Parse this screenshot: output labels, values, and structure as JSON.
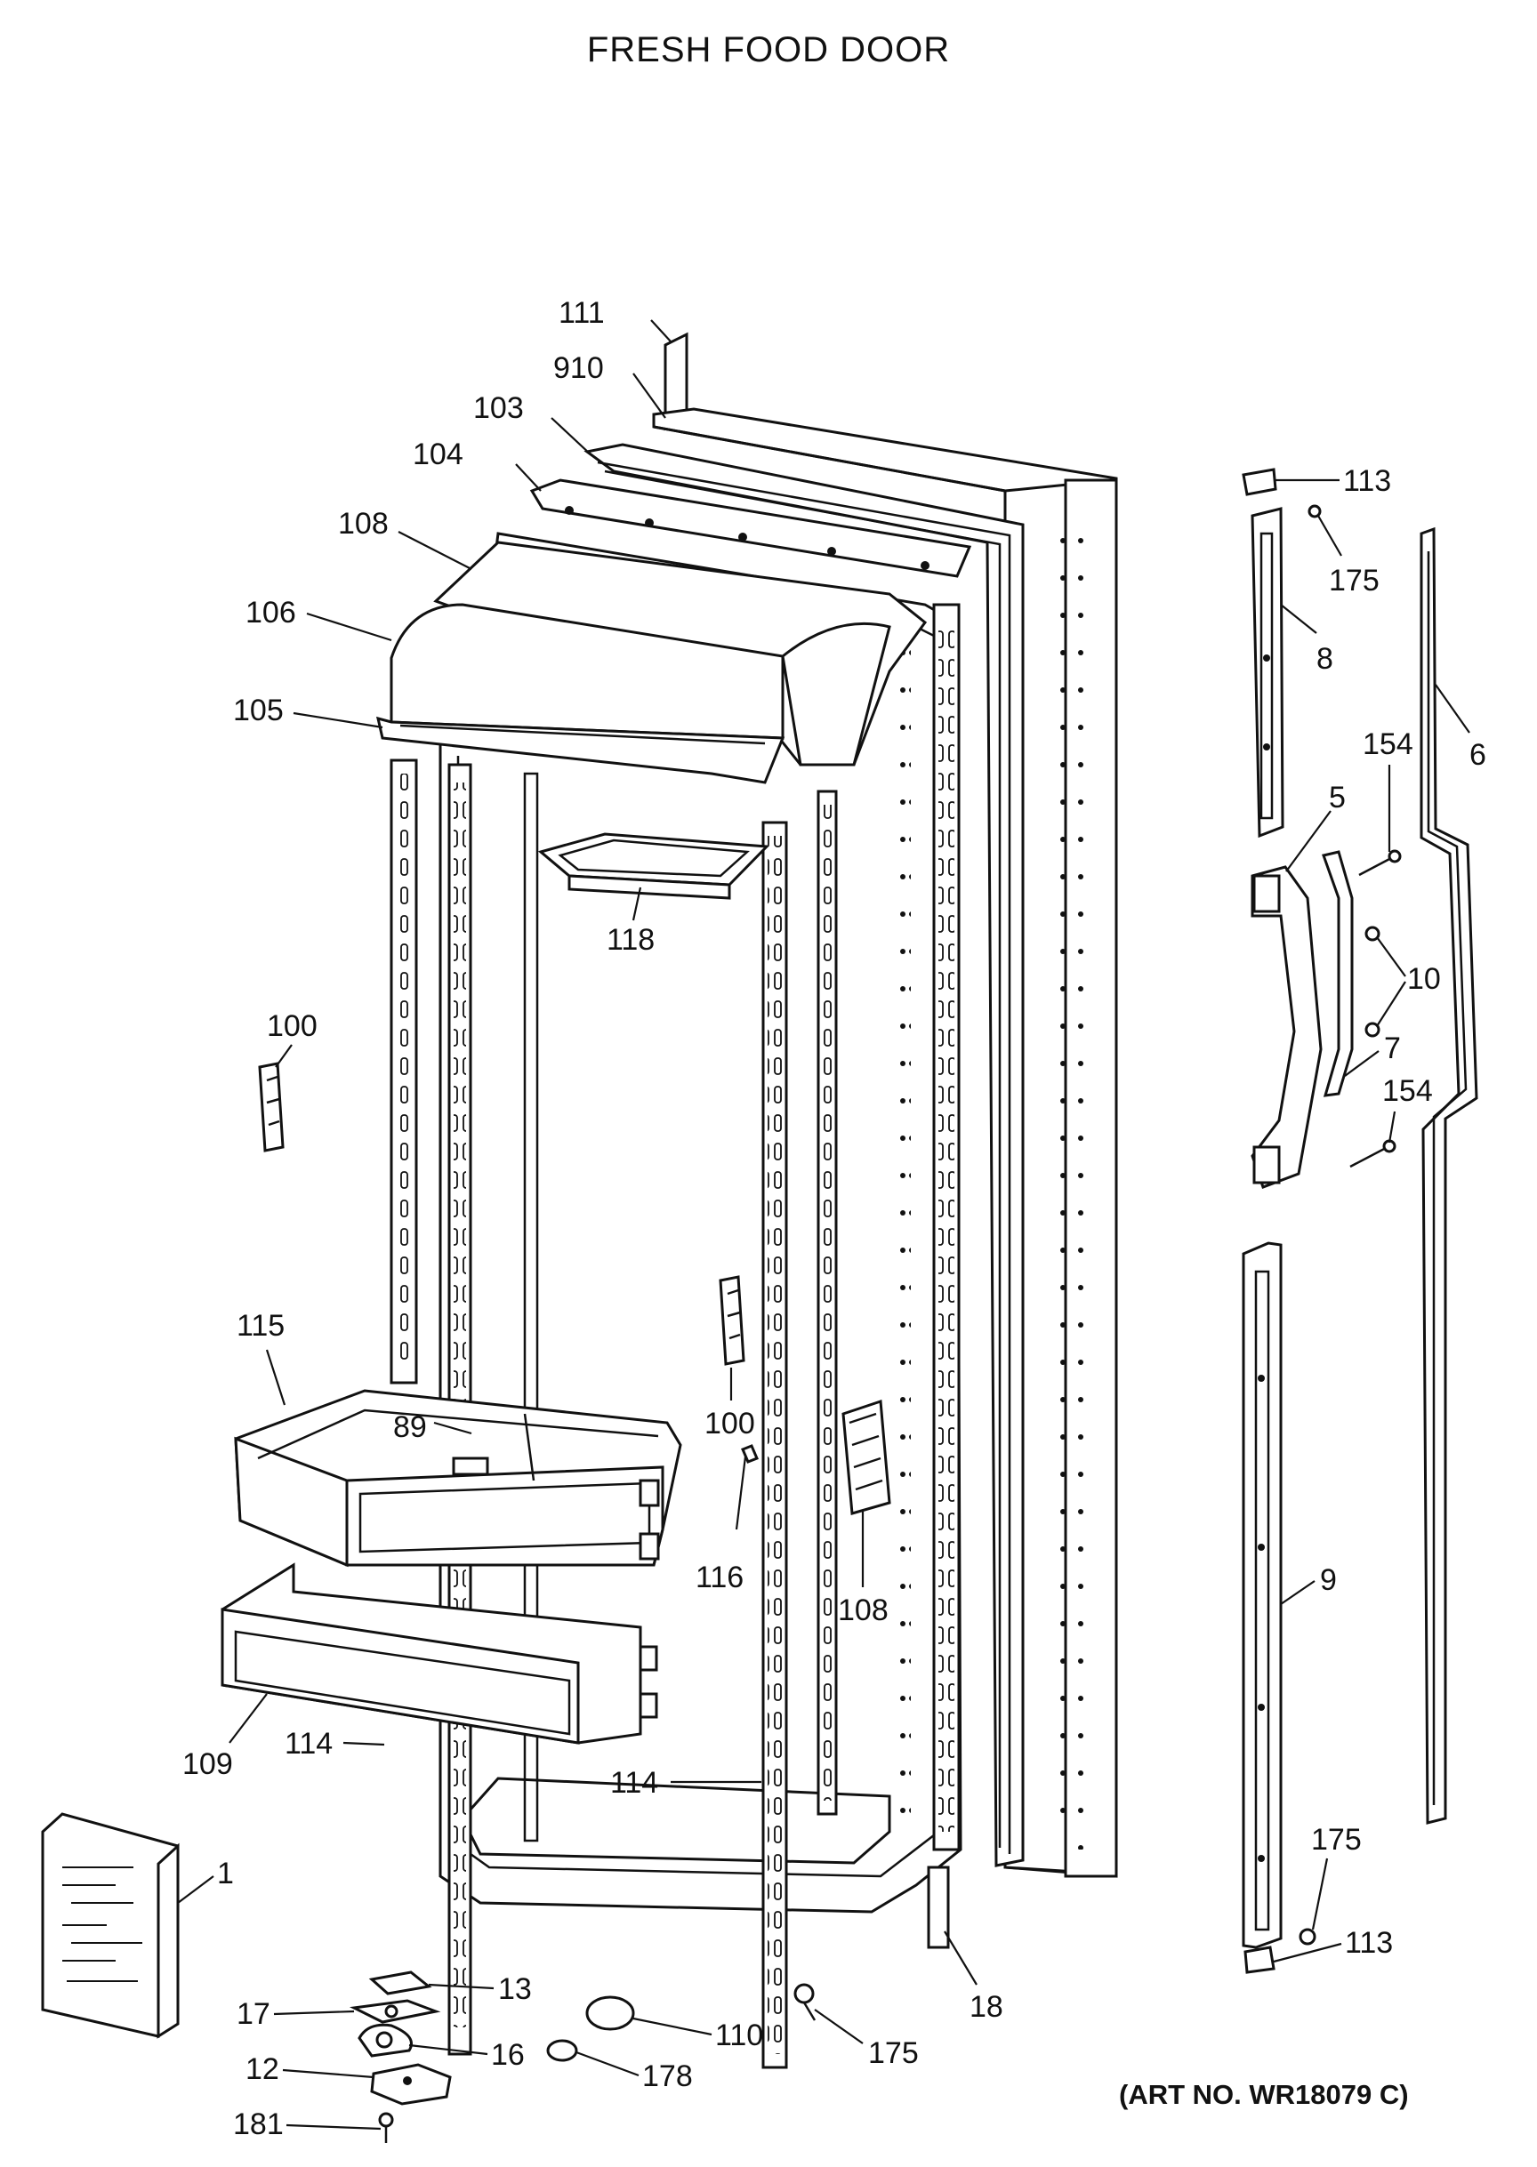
{
  "title": "FRESH FOOD DOOR",
  "art_number": "(ART NO. WR18079 C)",
  "callouts": [
    {
      "id": "c111",
      "label": "111"
    },
    {
      "id": "c910",
      "label": "910"
    },
    {
      "id": "c103",
      "label": "103"
    },
    {
      "id": "c104",
      "label": "104"
    },
    {
      "id": "c108a",
      "label": "108"
    },
    {
      "id": "c106",
      "label": "106"
    },
    {
      "id": "c105",
      "label": "105"
    },
    {
      "id": "c118",
      "label": "118"
    },
    {
      "id": "c100a",
      "label": "100"
    },
    {
      "id": "c100b",
      "label": "100"
    },
    {
      "id": "c115",
      "label": "115"
    },
    {
      "id": "c89",
      "label": "89"
    },
    {
      "id": "c116",
      "label": "116"
    },
    {
      "id": "c108b",
      "label": "108"
    },
    {
      "id": "c109",
      "label": "109"
    },
    {
      "id": "c114a",
      "label": "114"
    },
    {
      "id": "c114b",
      "label": "114"
    },
    {
      "id": "c1",
      "label": "1"
    },
    {
      "id": "c13",
      "label": "13"
    },
    {
      "id": "c17",
      "label": "17"
    },
    {
      "id": "c16",
      "label": "16"
    },
    {
      "id": "c12",
      "label": "12"
    },
    {
      "id": "c181",
      "label": "181"
    },
    {
      "id": "c110",
      "label": "110"
    },
    {
      "id": "c178",
      "label": "178"
    },
    {
      "id": "c175a",
      "label": "175"
    },
    {
      "id": "c18",
      "label": "18"
    },
    {
      "id": "c113a",
      "label": "113"
    },
    {
      "id": "c175b",
      "label": "175"
    },
    {
      "id": "c8",
      "label": "8"
    },
    {
      "id": "c6",
      "label": "6"
    },
    {
      "id": "c154a",
      "label": "154"
    },
    {
      "id": "c5",
      "label": "5"
    },
    {
      "id": "c10",
      "label": "10"
    },
    {
      "id": "c7",
      "label": "7"
    },
    {
      "id": "c154b",
      "label": "154"
    },
    {
      "id": "c9",
      "label": "9"
    },
    {
      "id": "c175c",
      "label": "175"
    },
    {
      "id": "c113b",
      "label": "113"
    }
  ]
}
